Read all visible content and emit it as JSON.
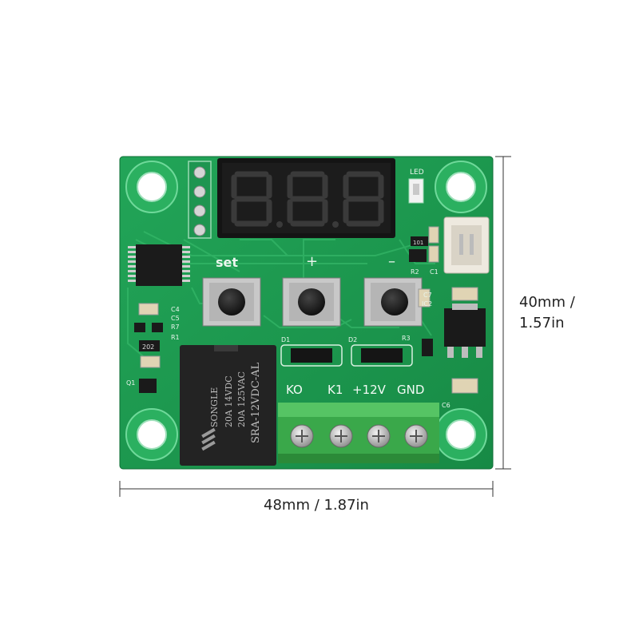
{
  "board": {
    "color": "#1f9a4f",
    "silkscreen": {
      "set": "set",
      "plus": "+",
      "minus": "–",
      "led": "LED",
      "terminals": [
        "KO",
        "K1",
        "+12V",
        "GND"
      ],
      "refs": {
        "c4": "C4",
        "c5": "C5",
        "r7": "R7",
        "r1": "R1",
        "q1": "Q1",
        "d1": "D1",
        "d2": "D2",
        "r3": "R3",
        "r2": "R2",
        "c1": "C1",
        "c7": "C7",
        "ic2": "IC2",
        "c6": "C6",
        "ic1": "101",
        "res202": "202"
      }
    },
    "relay": {
      "brand": "SONGLE",
      "line1": "20A 14VDC",
      "line2": "20A 125VAC",
      "model": "SRA-12VDC-AL"
    },
    "display": {
      "digits": "8.8.8"
    }
  },
  "dimensions": {
    "width": "48mm / 1.87in",
    "height_line1": "40mm /",
    "height_line2": "1.57in"
  }
}
